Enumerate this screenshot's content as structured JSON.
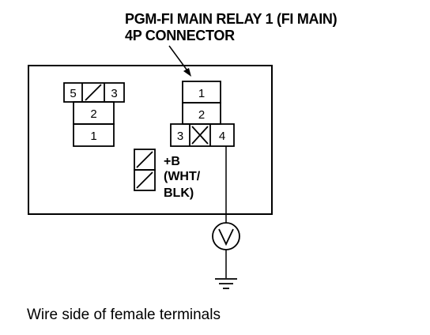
{
  "title_line1": "PGM-FI MAIN RELAY 1 (FI MAIN)",
  "title_line2": "4P CONNECTOR",
  "caption": "Wire side of female terminals",
  "left_connector": {
    "top_left": "5",
    "top_right": "3",
    "middle": "2",
    "bottom": "1"
  },
  "right_connector": {
    "top": "1",
    "middle": "2",
    "bottom_left": "3",
    "bottom_right": "4"
  },
  "wire_label": {
    "line1": "+B",
    "line2": "(WHT/",
    "line3": "BLK)"
  }
}
